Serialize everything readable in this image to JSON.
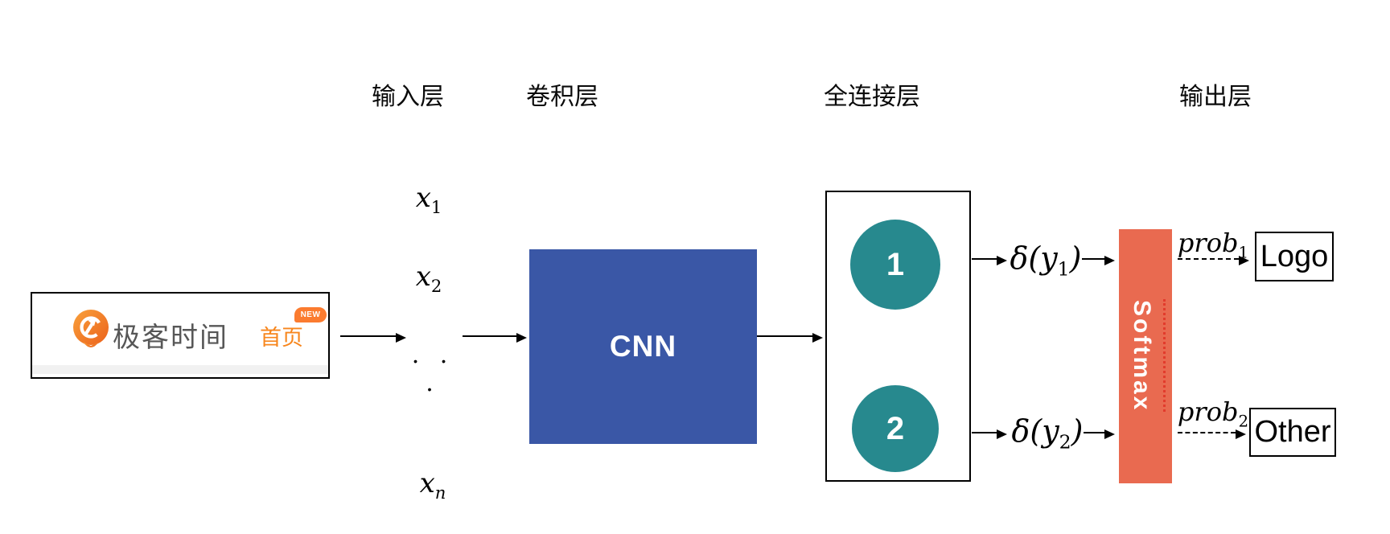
{
  "layers": [
    {
      "text": "输入层"
    },
    {
      "text": "卷积层"
    },
    {
      "text": "全连接层"
    },
    {
      "text": "输出层"
    }
  ],
  "input_sample": {
    "brand": "极客时间",
    "nav_home": "首页",
    "badge_new": "NEW"
  },
  "input_vector": {
    "x1": {
      "base": "x",
      "sub": "1"
    },
    "x2": {
      "base": "x",
      "sub": "2"
    },
    "ellipsis": ". . .",
    "xn": {
      "base": "x",
      "sub": "n"
    }
  },
  "cnn": {
    "label": "CNN"
  },
  "fully_connected": {
    "neurons": [
      {
        "label": "1"
      },
      {
        "label": "2"
      }
    ]
  },
  "activations": {
    "delta1": {
      "pre": "δ(y",
      "sub": "1",
      "post": ")"
    },
    "delta2": {
      "pre": "δ(y",
      "sub": "2",
      "post": ")"
    }
  },
  "softmax": {
    "label": "Softmax"
  },
  "probabilities": {
    "prob1": {
      "base": "prob",
      "sub": "1"
    },
    "prob2": {
      "base": "prob",
      "sub": "2"
    }
  },
  "outputs": {
    "logo": {
      "label": "Logo"
    },
    "other": {
      "label": "Other"
    }
  },
  "colors": {
    "cnn_blue": "#3A57A6",
    "neuron_teal": "#27898E",
    "softmax_orange": "#E96A50",
    "brand_orange": "#F7861D",
    "badge_orange": "#FB7B2F",
    "brand_text_gray": "#575757",
    "dotline_red": "#E23B2C"
  }
}
